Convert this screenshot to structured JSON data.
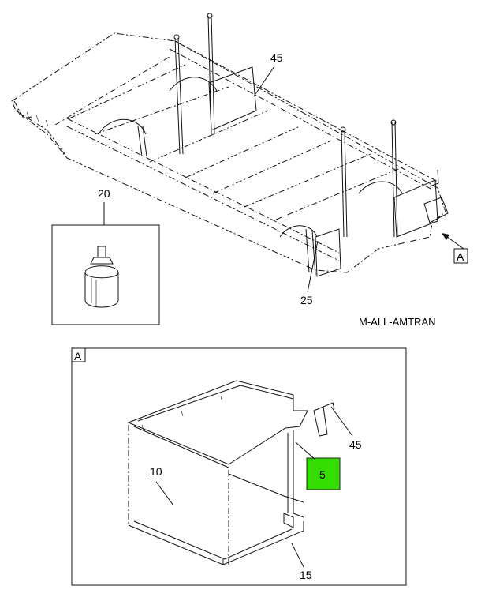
{
  "diagram": {
    "callouts": {
      "part_20": "20",
      "part_45_top": "45",
      "part_25": "25",
      "view_ref_top": "A",
      "view_ref_detail": "A",
      "part_10": "10",
      "part_45_detail": "45",
      "part_5": "5",
      "part_15": "15"
    },
    "model_label": "M-ALL-AMTRAN",
    "highlight_color": "#33dd00"
  }
}
